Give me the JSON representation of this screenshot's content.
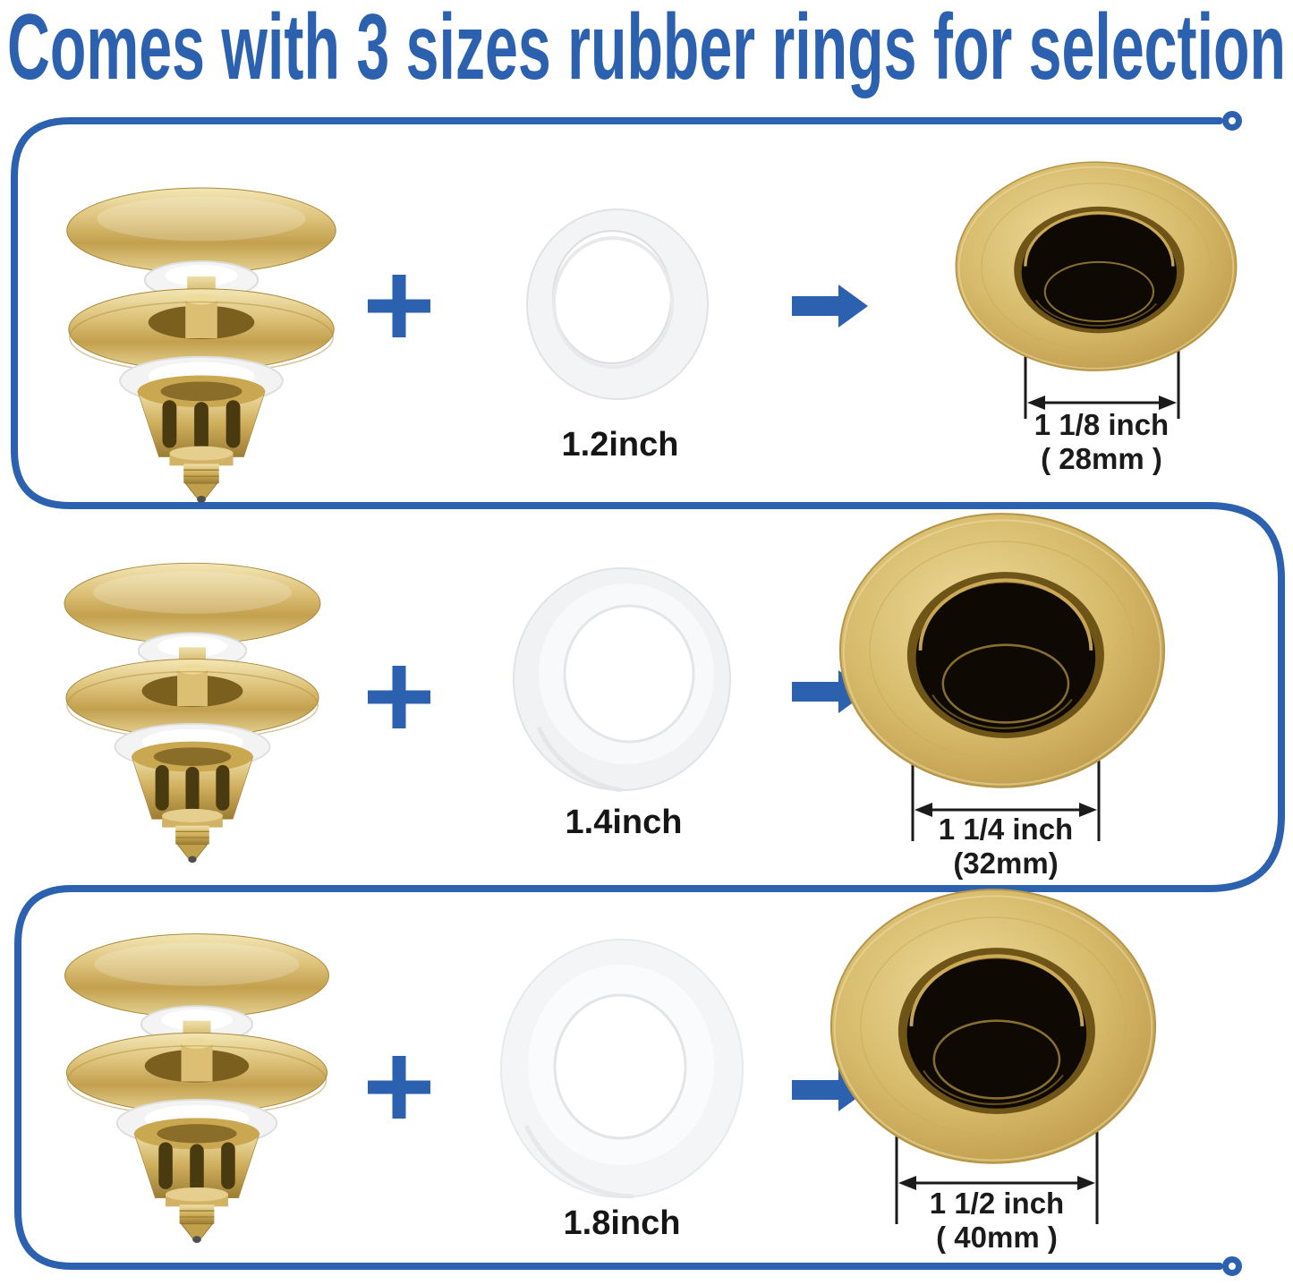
{
  "title": {
    "text": "Comes with 3 sizes rubber rings for selection"
  },
  "colors": {
    "accent_blue": "#2b61ae",
    "text_black": "#161616",
    "gold_light": "#f0e2ae",
    "gold_mid": "#d4b569",
    "gold_dark": "#9c7d33",
    "hole_black": "#0e0a03",
    "ring_white": "#f3f4f5"
  },
  "rows": [
    {
      "name": "size-1",
      "stopper_alt": "brass pop-up drain stopper",
      "ring_label": "1.2inch",
      "hole_label_line1": "1 1/8 inch",
      "hole_label_line2": "( 28mm )"
    },
    {
      "name": "size-2",
      "stopper_alt": "brass pop-up drain stopper",
      "ring_label": "1.4inch",
      "hole_label_line1": "1 1/4 inch",
      "hole_label_line2": "(32mm)"
    },
    {
      "name": "size-3",
      "stopper_alt": "brass pop-up drain stopper",
      "ring_label": "1.8inch",
      "hole_label_line1": "1 1/2 inch",
      "hole_label_line2": "( 40mm )"
    }
  ],
  "icons": {
    "plus": "plus-icon",
    "arrow_right": "arrow-right-icon",
    "flow_start_dot": "flow-start-dot",
    "flow_end_dot": "flow-end-dot"
  }
}
